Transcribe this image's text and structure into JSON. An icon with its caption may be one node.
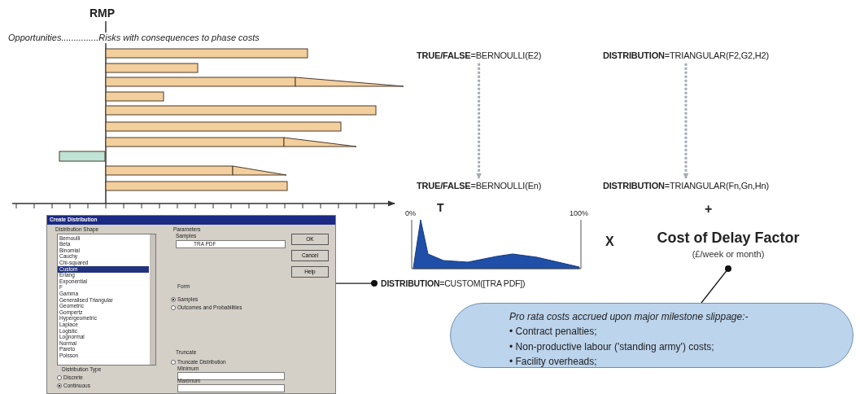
{
  "diagram": {
    "nodes": [
      {
        "text": [
          "**TRUE/FALSE**=BERNOULLI(E2)"
        ]
      },
      {
        "text": [
          "**DISTRIBUTION**=TRIANGULAR(F2,G2,H2)"
        ]
      },
      {
        "text": [
          "**TRUE/FALSE**=BERNOULLI(En)"
        ]
      },
      {
        "text": [
          "**DISTRIBUTION**=TRIANGULAR(Fn,Gn,Hn)"
        ]
      },
      {
        "text": [],
        "shape": "picture"
      },
      {
        "text": [
          "**DISTRIBUTION**=CUSTOM([TRA PDF])"
        ]
      },
      {
        "text": [
          "Cost of Delay Factor",
          "(£/week or month)"
        ]
      },
      {
        "text": [
          "Pro rata costs accrued upon major milestone slippage:-",
          "• Contract penalties;",
          "• Non-productive labour ('standing army') costs;",
          "• Facility overheads;"
        ]
      }
    ],
    "edges": [
      {
        "from": 0,
        "to": 2,
        "arrow": "to",
        "style": "dashed",
        "color": "#a3aab8"
      },
      {
        "from": 1,
        "to": 3,
        "arrow": "to",
        "style": "dashed",
        "color": "#a3aab8"
      },
      {
        "from": 4,
        "to": 5,
        "arrow": "other",
        "color": "#1a1a1a"
      },
      {
        "from": 7,
        "to": 6,
        "arrow": "other",
        "color": "#1a1a1a"
      }
    ],
    "labels": [
      "RMP",
      "Opportunities...............Risks with consequences to phase costs",
      "T",
      "+",
      "X",
      "0%",
      "100%",
      "Create Distribution",
      "Distribution Shape",
      "Bernoulli",
      "Beta",
      "Binomial",
      "Cauchy",
      "Chi-squared",
      "Custom",
      "Erlang",
      "Exponential",
      "F",
      "Gamma",
      "Generalised Triangular",
      "Geometric",
      "Gompertz",
      "Hypergeometric",
      "Laplace",
      "Logistic",
      "Lognormal",
      "Normal",
      "Pareto",
      "Poisson",
      "Distribution Type",
      "Discrete",
      "Continuous",
      "Parameters",
      "Samples",
      "TRA PDF",
      "OK",
      "Cancel",
      "Help",
      "Form",
      "Samples",
      "Outcomes and Probabilities",
      "Truncate",
      "Truncate Distribution",
      "Minimum",
      "Maximum"
    ]
  }
}
